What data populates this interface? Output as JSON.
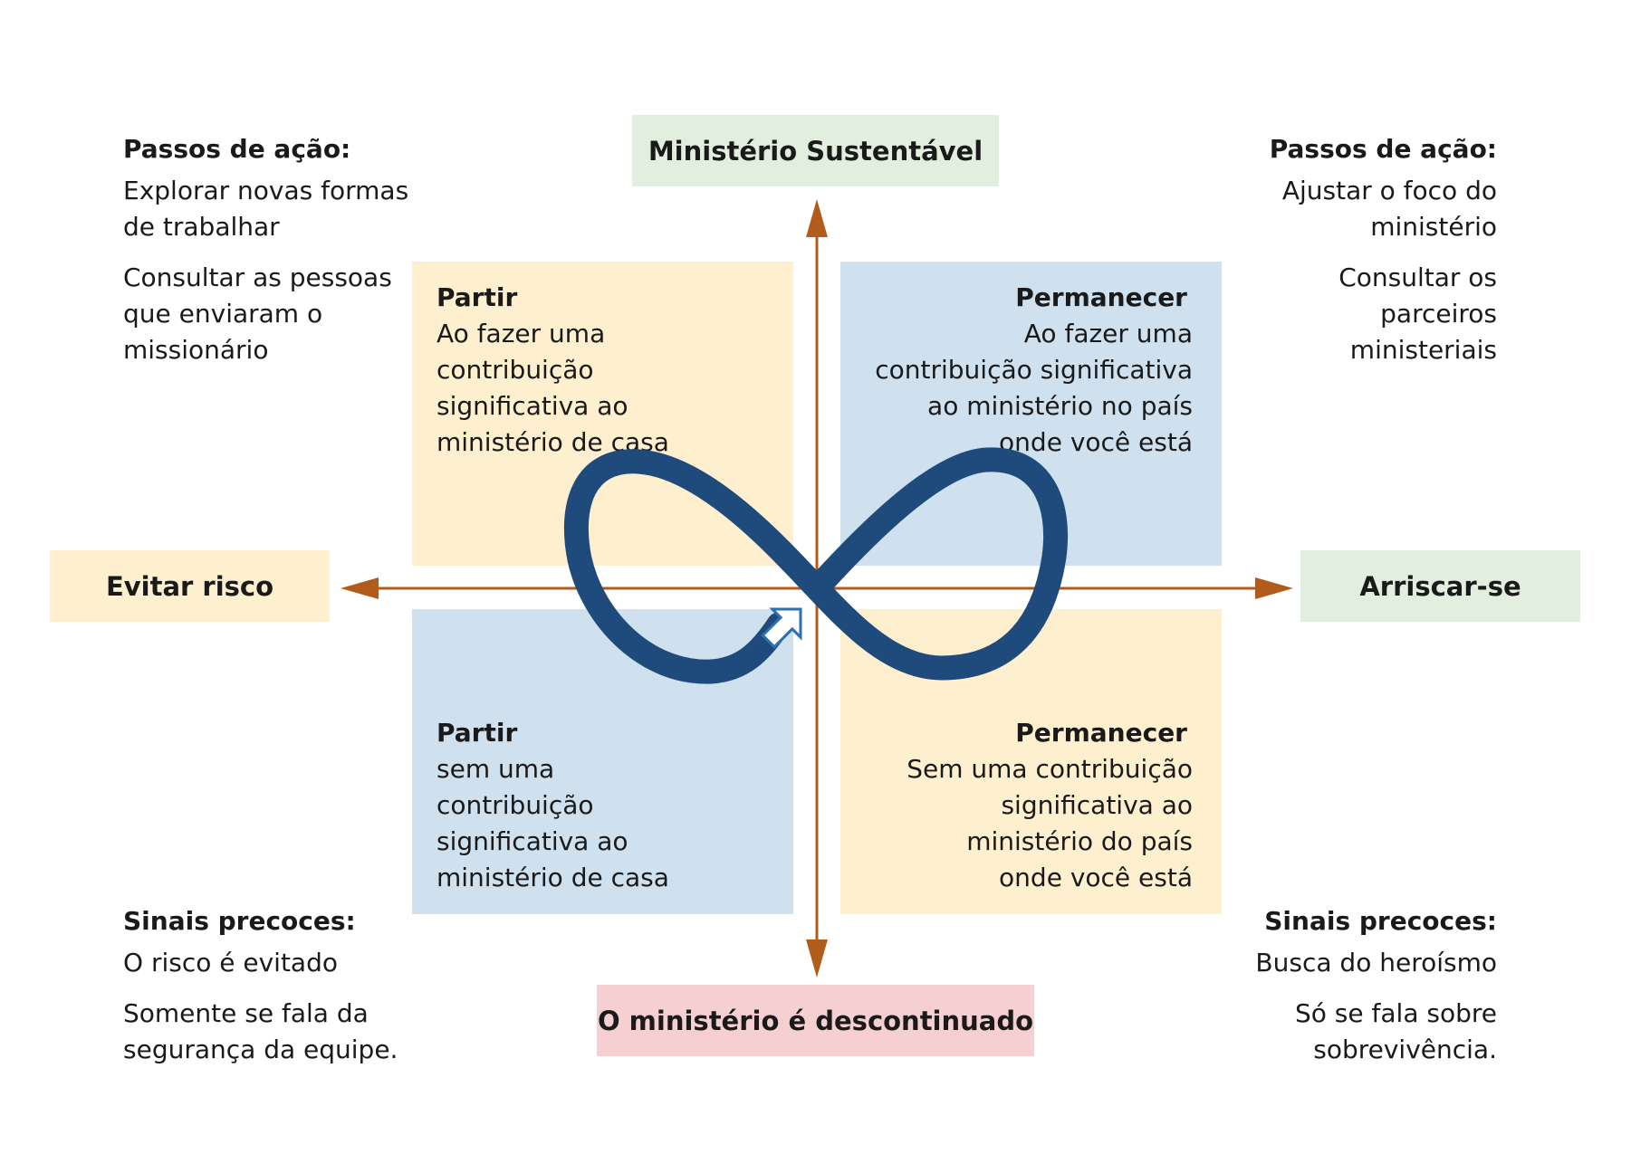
{
  "axis_labels": {
    "top": "Ministério Sustentável",
    "bottom": "O ministério é descontinuado",
    "left": "Evitar risco",
    "right": "Arriscar-se"
  },
  "quadrants": {
    "top_left": {
      "title": "Partir",
      "lines": [
        "Ao fazer uma",
        "contribuição",
        "significativa ao",
        "ministério de casa"
      ]
    },
    "top_right": {
      "title": "Permanecer",
      "lines": [
        "Ao fazer uma",
        "contribuição significativa",
        "ao ministério no país",
        "onde você está"
      ]
    },
    "bottom_left": {
      "title": "Partir",
      "lines": [
        "sem uma",
        "contribuição",
        "significativa ao",
        "ministério de casa"
      ]
    },
    "bottom_right": {
      "title": "Permanecer",
      "lines": [
        "Sem uma contribuição",
        "significativa ao",
        "ministério do país",
        "onde você está"
      ]
    }
  },
  "corners": {
    "top_left": {
      "title": "Passos de ação:",
      "items": [
        [
          "Explorar novas formas",
          "de trabalhar"
        ],
        [
          "Consultar as pessoas",
          "que enviaram o",
          "missionário"
        ]
      ]
    },
    "top_right": {
      "title": "Passos de ação:",
      "items": [
        [
          "Ajustar o foco do",
          "ministério"
        ],
        [
          "Consultar os",
          "parceiros",
          "ministeriais"
        ]
      ]
    },
    "bottom_left": {
      "title": "Sinais precoces:",
      "items": [
        [
          "O risco é evitado"
        ],
        [
          "Somente se fala da",
          "segurança da equipe."
        ]
      ]
    },
    "bottom_right": {
      "title": "Sinais precoces:",
      "items": [
        [
          "Busca do heroísmo"
        ],
        [
          "Só se fala sobre",
          "sobrevivência."
        ]
      ]
    }
  },
  "colors": {
    "green_box": "#e2efdf",
    "yellow_box": "#feefcf",
    "blue_box": "#cfe0ef",
    "pink_box": "#f5cfd2",
    "axis": "#b25c1c",
    "infinity": "#1f4a7c",
    "arrow_fill": "#ffffff",
    "arrow_stroke": "#2e6fb0"
  },
  "icons": {
    "center_loop": "infinity-icon",
    "cursor": "pointer-arrow-icon"
  }
}
